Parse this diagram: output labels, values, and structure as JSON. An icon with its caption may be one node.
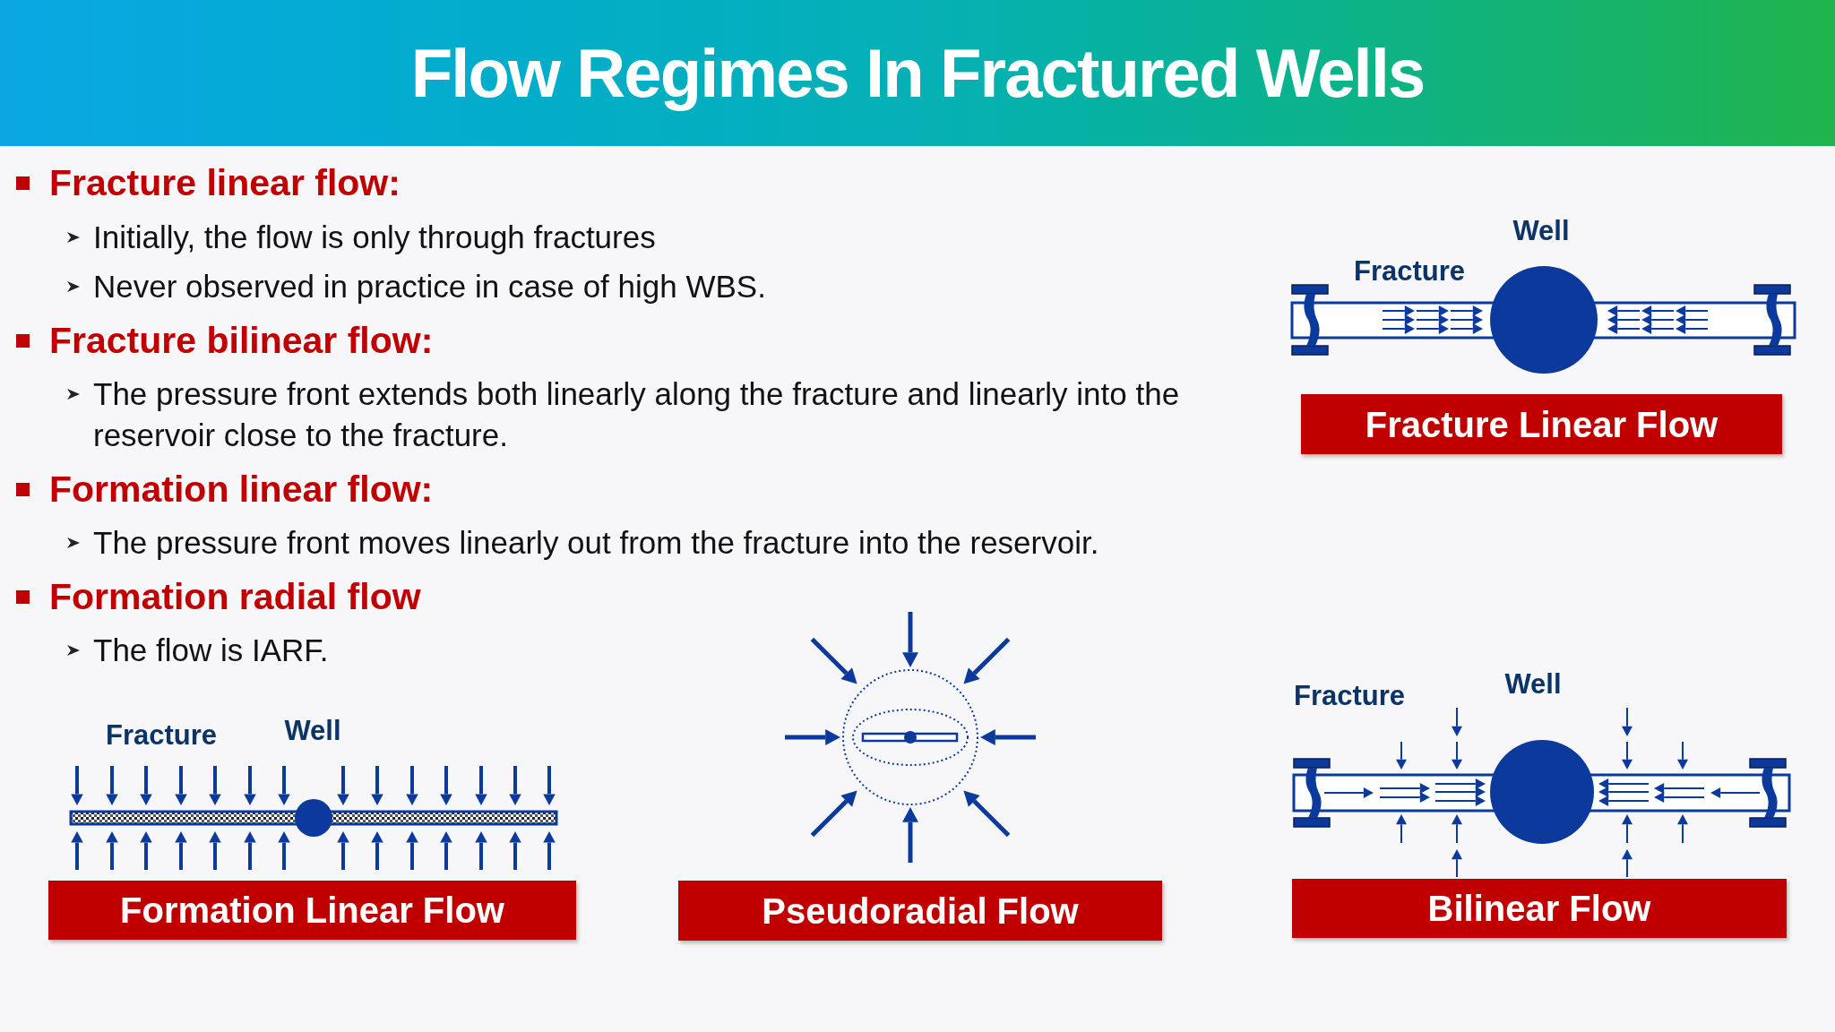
{
  "diagram": {
    "title": "Flow Regimes In Fractured Wells",
    "nodes": [
      {
        "text": [
          "Fracture Linear Flow"
        ]
      },
      {
        "text": [
          "Formation Linear Flow"
        ]
      },
      {
        "text": [
          "Pseudoradial Flow"
        ]
      },
      {
        "text": [
          "Bilinear Flow"
        ]
      }
    ],
    "labels": [
      "Fracture linear flow:",
      "Initially, the flow is only through fractures",
      "Never observed in practice in case of high WBS.",
      "Fracture bilinear flow:",
      "The pressure front extends both linearly along the fracture and linearly into the reservoir close to the fracture.",
      "Formation linear flow:",
      "The pressure front moves linearly out from the fracture into the reservoir.",
      "Formation radial flow",
      "The flow is IARF.",
      "Well",
      "Fracture",
      "Fracture",
      "Well",
      "Fracture",
      "Well"
    ]
  }
}
